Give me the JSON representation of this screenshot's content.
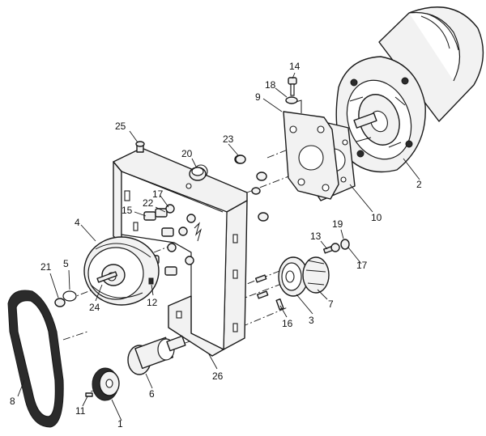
{
  "callouts": [
    {
      "id": "1",
      "label": "1"
    },
    {
      "id": "2",
      "label": "2"
    },
    {
      "id": "3",
      "label": "3"
    },
    {
      "id": "4",
      "label": "4"
    },
    {
      "id": "5",
      "label": "5"
    },
    {
      "id": "6",
      "label": "6"
    },
    {
      "id": "7",
      "label": "7"
    },
    {
      "id": "8",
      "label": "8"
    },
    {
      "id": "9",
      "label": "9"
    },
    {
      "id": "10",
      "label": "10"
    },
    {
      "id": "11",
      "label": "11"
    },
    {
      "id": "12",
      "label": "12"
    },
    {
      "id": "13",
      "label": "13"
    },
    {
      "id": "14",
      "label": "14"
    },
    {
      "id": "15",
      "label": "15"
    },
    {
      "id": "16",
      "label": "16"
    },
    {
      "id": "17a",
      "label": "17"
    },
    {
      "id": "17b",
      "label": "17"
    },
    {
      "id": "18",
      "label": "18"
    },
    {
      "id": "19",
      "label": "19"
    },
    {
      "id": "20",
      "label": "20"
    },
    {
      "id": "21",
      "label": "21"
    },
    {
      "id": "22",
      "label": "22"
    },
    {
      "id": "23",
      "label": "23"
    },
    {
      "id": "24",
      "label": "24"
    },
    {
      "id": "25",
      "label": "25"
    },
    {
      "id": "26",
      "label": "26"
    }
  ]
}
